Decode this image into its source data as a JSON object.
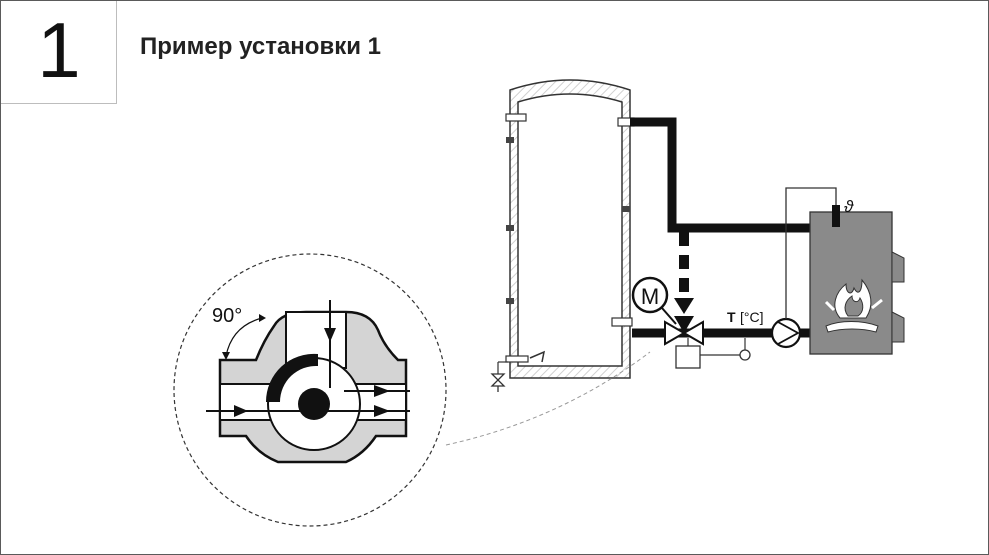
{
  "header": {
    "step_number": "1",
    "title": "Пример установки 1"
  },
  "labels": {
    "motor": "M",
    "temp_bold": "T",
    "temp_unit": "[°C]",
    "angle": "90°",
    "boiler_sensor": "ϑ"
  },
  "colors": {
    "pipe": "#111111",
    "boiler_fill": "#8a8a8a",
    "valve_body_fill": "#d4d4d4",
    "tank_hatch": "#cfcfcf"
  }
}
